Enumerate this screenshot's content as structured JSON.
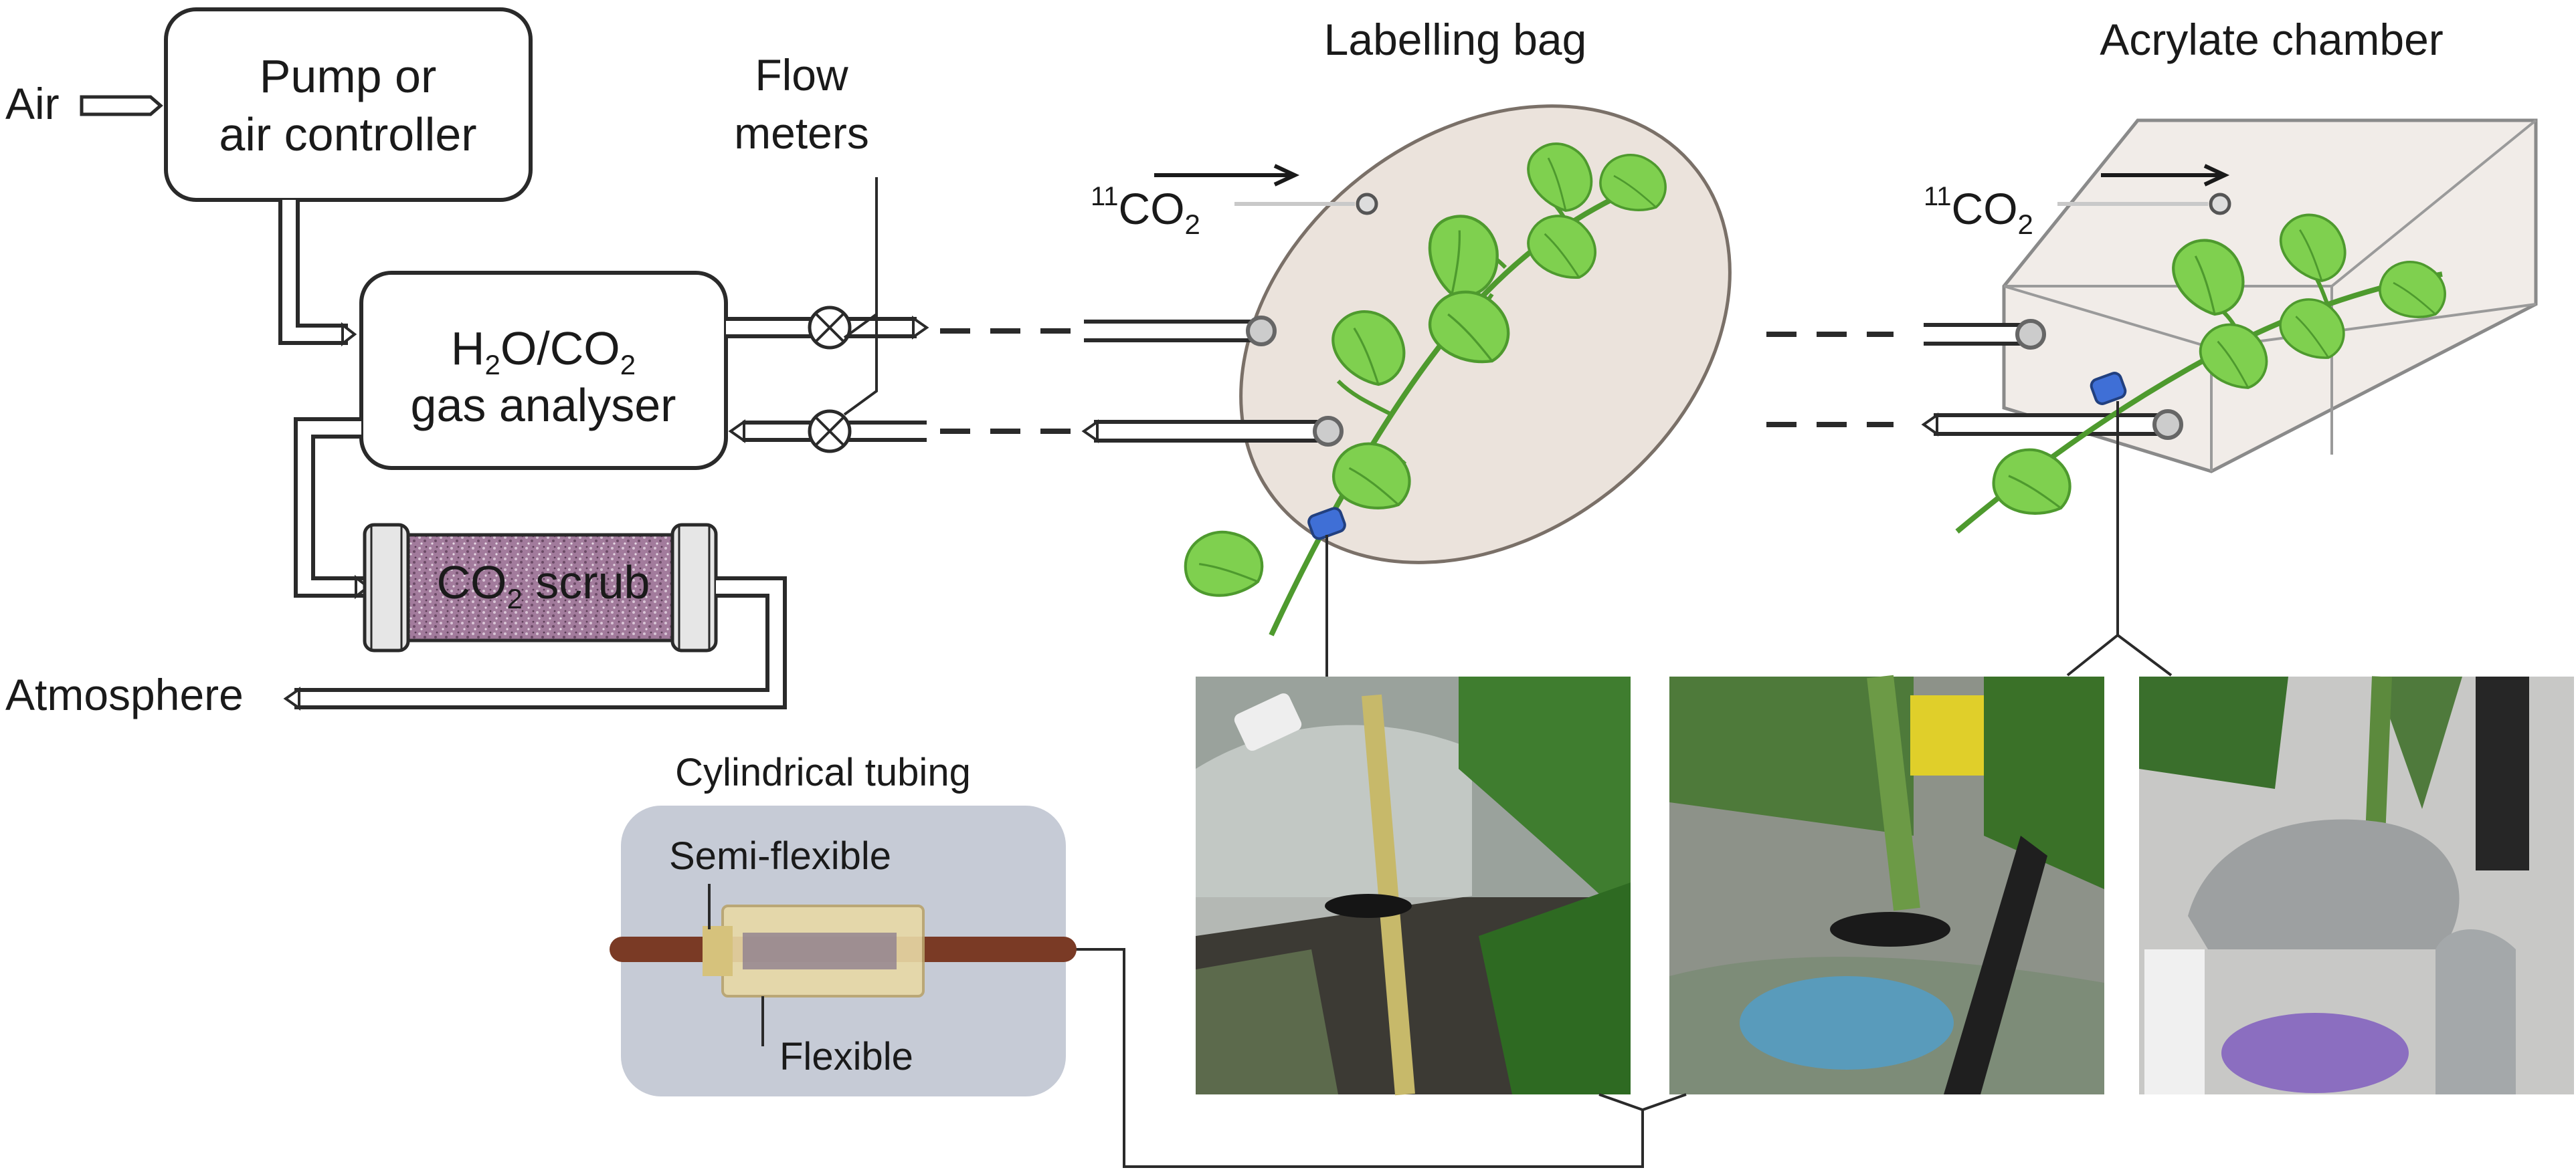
{
  "labels": {
    "air": "Air",
    "pump_line1": "Pump or",
    "pump_line2": "air controller",
    "flow_line1": "Flow",
    "flow_line2": "meters",
    "analyser_h2o": "H",
    "analyser_sub2a": "2",
    "analyser_mid": "O/CO",
    "analyser_sub2b": "2",
    "analyser_line2": "gas analyser",
    "scrub_co": "CO",
    "scrub_sub": "2",
    "scrub_word": " scrub",
    "atmosphere": "Atmosphere",
    "labelling_bag": "Labelling bag",
    "acrylate_chamber": "Acrylate chamber",
    "co2_sup": "11",
    "co2_main": "CO",
    "co2_sub": "2",
    "arrow_glyph": "→",
    "cyl_title": "Cylindrical tubing",
    "semi_flexible": "Semi-flexible",
    "flexible": "Flexible"
  },
  "colors": {
    "line": "#2a2a2a",
    "bag_fill": "#ebe3dc",
    "leaf": "#7fd04f",
    "stem": "#4e9a2e",
    "scrub_fill": "#9b6f94",
    "chamber_fill": "#f1ece8",
    "connector": "#3f6fd6"
  },
  "icons": {
    "flow_meter": "flow-meter-icon",
    "connector": "tube-connector-icon",
    "leaf": "leaf-icon"
  }
}
